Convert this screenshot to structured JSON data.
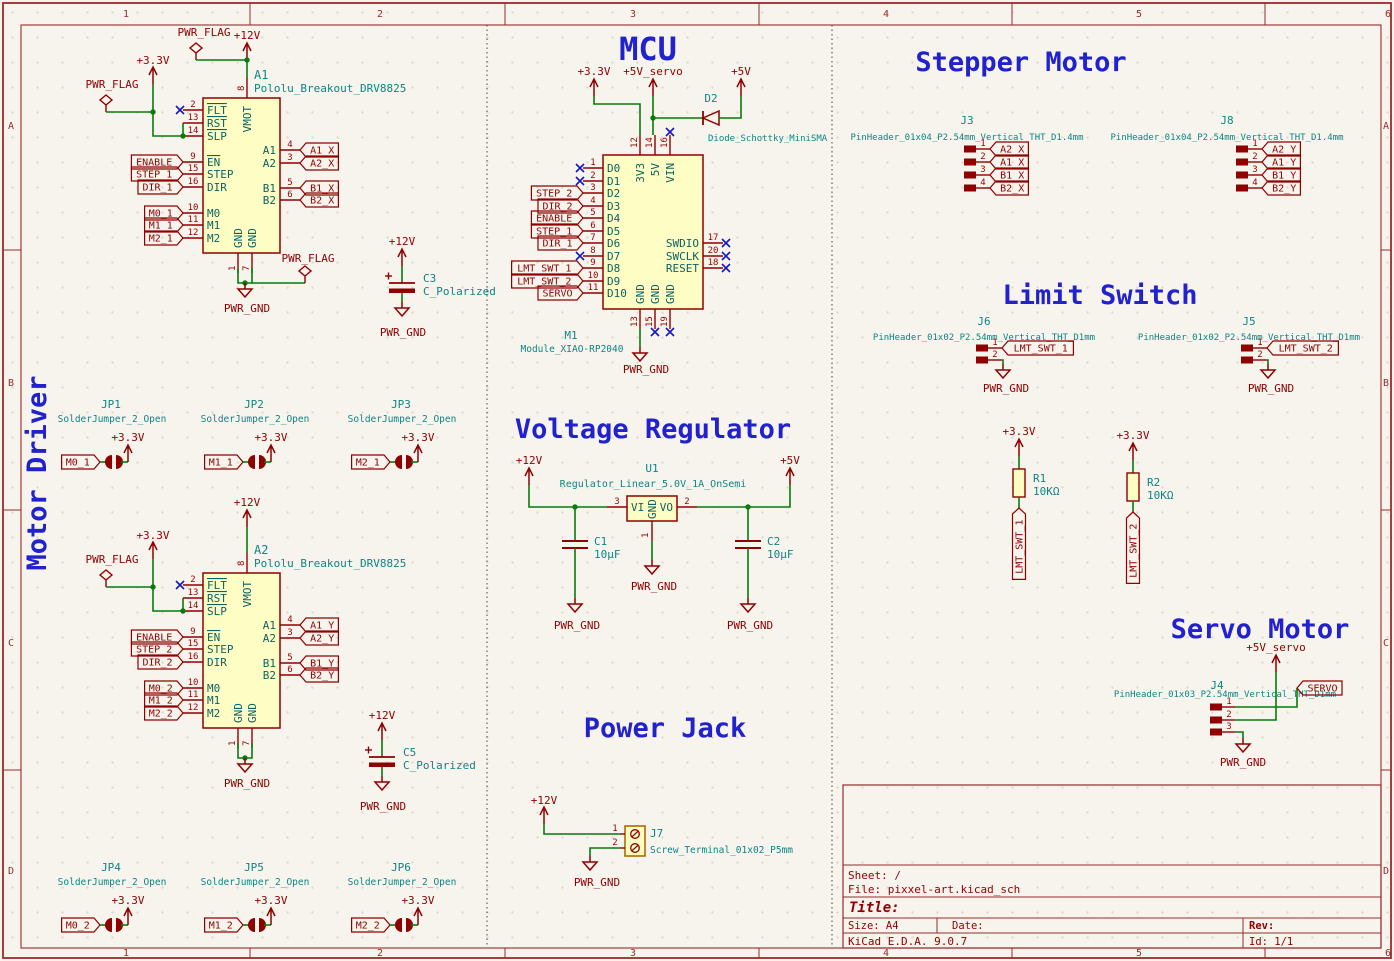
{
  "sheet_titles": {
    "motor_driver": "Motor Driver",
    "mcu": "MCU",
    "stepper_motor": "Stepper Motor",
    "voltage_regulator": "Voltage Regulator",
    "limit_switch": "Limit Switch",
    "power_jack": "Power Jack",
    "servo_motor": "Servo Motor"
  },
  "grid": {
    "cols": [
      "1",
      "2",
      "3",
      "4",
      "5",
      "6"
    ],
    "rows": [
      "A",
      "B",
      "C",
      "D"
    ]
  },
  "title_block": {
    "sheet": "Sheet: /",
    "file": "File: pixxel-art.kicad_sch",
    "title": "Title:",
    "size": "Size: A4",
    "date": "Date:",
    "rev": "Rev:",
    "generator": "KiCad E.D.A. 9.0.7",
    "id": "Id: 1/1"
  },
  "power": {
    "p12": "+12V",
    "p33": "+3.3V",
    "p5": "+5V",
    "p5s": "+5V_servo",
    "gnd": "PWR_GND",
    "flag": "PWR_FLAG"
  },
  "driver1": {
    "ref": "A1",
    "value": "Pololu_Breakout_DRV8825",
    "left": [
      {
        "n": "2",
        "name": "FLT",
        "bar": true
      },
      {
        "n": "13",
        "name": "RST",
        "bar": true
      },
      {
        "n": "14",
        "name": "SLP",
        "bar": true
      },
      {
        "n": "9",
        "name": "EN",
        "bar": true
      },
      {
        "n": "15",
        "name": "STEP"
      },
      {
        "n": "16",
        "name": "DIR"
      },
      {
        "n": "10",
        "name": "M0"
      },
      {
        "n": "11",
        "name": "M1"
      },
      {
        "n": "12",
        "name": "M2"
      }
    ],
    "right": [
      {
        "n": "4",
        "name": "A1"
      },
      {
        "n": "3",
        "name": "A2"
      },
      {
        "n": "5",
        "name": "B1"
      },
      {
        "n": "6",
        "name": "B2"
      }
    ],
    "top": [
      {
        "n": "8",
        "name": "VMOT"
      }
    ],
    "bottom": [
      {
        "n": "1",
        "name": "GND"
      },
      {
        "n": "7",
        "name": "GND"
      }
    ],
    "inputs": [
      "ENABLE",
      "STEP_1",
      "DIR_1",
      "M0_1",
      "M1_1",
      "M2_1"
    ],
    "outputs": [
      "A1_X",
      "A2_X",
      "B1_X",
      "B2_X"
    ]
  },
  "driver2": {
    "ref": "A2",
    "value": "Pololu_Breakout_DRV8825",
    "left": [
      {
        "n": "2",
        "name": "FLT",
        "bar": true
      },
      {
        "n": "13",
        "name": "RST",
        "bar": true
      },
      {
        "n": "14",
        "name": "SLP",
        "bar": true
      },
      {
        "n": "9",
        "name": "EN",
        "bar": true
      },
      {
        "n": "15",
        "name": "STEP"
      },
      {
        "n": "16",
        "name": "DIR"
      },
      {
        "n": "10",
        "name": "M0"
      },
      {
        "n": "11",
        "name": "M1"
      },
      {
        "n": "12",
        "name": "M2"
      }
    ],
    "right": [
      {
        "n": "4",
        "name": "A1"
      },
      {
        "n": "3",
        "name": "A2"
      },
      {
        "n": "5",
        "name": "B1"
      },
      {
        "n": "6",
        "name": "B2"
      }
    ],
    "top": [
      {
        "n": "8",
        "name": "VMOT"
      }
    ],
    "bottom": [
      {
        "n": "1",
        "name": "GND"
      },
      {
        "n": "7",
        "name": "GND"
      }
    ],
    "inputs": [
      "ENABLE",
      "STEP_2",
      "DIR_2",
      "M0_2",
      "M1_2",
      "M2_2"
    ],
    "outputs": [
      "A1_Y",
      "A2_Y",
      "B1_Y",
      "B2_Y"
    ]
  },
  "mcu": {
    "ref": "M1",
    "value": "Module_XIAO-RP2040",
    "left": [
      {
        "n": "1",
        "name": "D0"
      },
      {
        "n": "2",
        "name": "D1"
      },
      {
        "n": "3",
        "name": "D2"
      },
      {
        "n": "4",
        "name": "D3"
      },
      {
        "n": "5",
        "name": "D4"
      },
      {
        "n": "6",
        "name": "D5"
      },
      {
        "n": "7",
        "name": "D6"
      },
      {
        "n": "8",
        "name": "D7"
      },
      {
        "n": "9",
        "name": "D8"
      },
      {
        "n": "10",
        "name": "D9"
      },
      {
        "n": "11",
        "name": "D10"
      }
    ],
    "right": [
      {
        "n": "17",
        "name": "SWDIO"
      },
      {
        "n": "20",
        "name": "SWCLK"
      },
      {
        "n": "18",
        "name": "RESET"
      }
    ],
    "top": [
      {
        "n": "12",
        "name": "3V3"
      },
      {
        "n": "14",
        "name": "5V"
      },
      {
        "n": "16",
        "name": "VIN"
      }
    ],
    "bottom": [
      {
        "n": "13",
        "name": "GND"
      },
      {
        "n": "15",
        "name": "GND"
      },
      {
        "n": "19",
        "name": "GND"
      }
    ],
    "inputs": [
      "STEP_2",
      "DIR_2",
      "ENABLE",
      "STEP_1",
      "DIR_1",
      "LMT_SWT_1",
      "LMT_SWT_2",
      "SERVO"
    ]
  },
  "diode": {
    "ref": "D2",
    "value": "Diode_Schottky_MiniSMA"
  },
  "regulator": {
    "ref": "U1",
    "value": "Regulator_Linear_5.0V_1A_OnSemi",
    "pin_vi": "VI",
    "pin_vo": "VO",
    "pin_gnd": "GND",
    "num_vi": "3",
    "num_vo": "2",
    "num_gnd": "1"
  },
  "caps": {
    "c1": {
      "ref": "C1",
      "value": "10µF"
    },
    "c2": {
      "ref": "C2",
      "value": "10µF"
    },
    "c3": {
      "ref": "C3",
      "value": "C_Polarized"
    },
    "c5": {
      "ref": "C5",
      "value": "C_Polarized"
    }
  },
  "resistors": {
    "r1": {
      "ref": "R1",
      "value": "10KΩ",
      "net": "LMT_SWT_1"
    },
    "r2": {
      "ref": "R2",
      "value": "10KΩ",
      "net": "LMT_SWT_2"
    }
  },
  "jumpers": [
    {
      "ref": "JP1",
      "value": "SolderJumper_2_Open",
      "net": "M0_1"
    },
    {
      "ref": "JP2",
      "value": "SolderJumper_2_Open",
      "net": "M1_1"
    },
    {
      "ref": "JP3",
      "value": "SolderJumper_2_Open",
      "net": "M2_1"
    },
    {
      "ref": "JP4",
      "value": "SolderJumper_2_Open",
      "net": "M0_2"
    },
    {
      "ref": "JP5",
      "value": "SolderJumper_2_Open",
      "net": "M1_2"
    },
    {
      "ref": "JP6",
      "value": "SolderJumper_2_Open",
      "net": "M2_2"
    }
  ],
  "headers": {
    "j3": {
      "ref": "J3",
      "value": "PinHeader_01x04_P2.54mm_Vertical_THT_D1.4mm",
      "nums": [
        "1",
        "2",
        "3",
        "4"
      ],
      "nets": [
        "A2_X",
        "A1_X",
        "B1_X",
        "B2_X"
      ]
    },
    "j8": {
      "ref": "J8",
      "value": "PinHeader_01x04_P2.54mm_Vertical_THT_D1.4mm",
      "nums": [
        "1",
        "2",
        "3",
        "4"
      ],
      "nets": [
        "A2_Y",
        "A1_Y",
        "B1_Y",
        "B2_Y"
      ]
    },
    "j6": {
      "ref": "J6",
      "value": "PinHeader_01x02_P2.54mm_Vertical_THT_D1mm",
      "nums": [
        "1",
        "2"
      ],
      "nets": [
        "LMT_SWT_1"
      ]
    },
    "j5": {
      "ref": "J5",
      "value": "PinHeader_01x02_P2.54mm_Vertical_THT_D1mm",
      "nums": [
        "1",
        "2"
      ],
      "nets": [
        "LMT_SWT_2"
      ]
    },
    "j4": {
      "ref": "J4",
      "value": "PinHeader_01x03_P2.54mm_Vertical_THT_D1mm",
      "nums": [
        "1",
        "2",
        "3"
      ],
      "nets": [
        "SERVO"
      ]
    },
    "j7": {
      "ref": "J7",
      "value": "Screw_Terminal_01x02_P5mm",
      "nums": [
        "1",
        "2"
      ]
    }
  },
  "colors": {
    "wire": "#0A7A0A",
    "symbol": "#8F0000",
    "pin_name": "#0B6363",
    "pin_num": "#9A0000",
    "reference": "#0E8585",
    "title": "#2121CE",
    "no_connect": "#1515C8",
    "fill": "#FEFDC4",
    "frame": "#9A2B2B"
  }
}
